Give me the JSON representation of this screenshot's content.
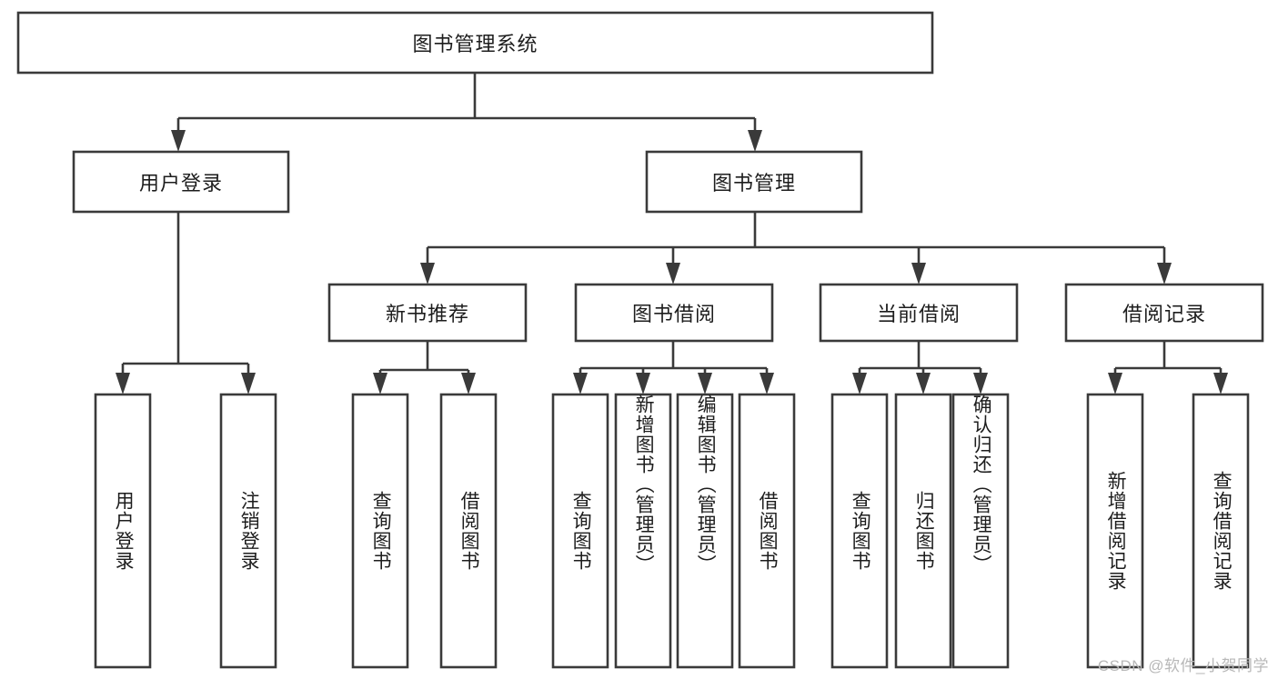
{
  "diagram": {
    "type": "tree-hierarchy",
    "title": "图书管理系统",
    "watermark": "CSDN @软件_小贺同学",
    "colors": {
      "background": "#ffffff",
      "box_stroke": "#3a3a3a",
      "box_fill": "#ffffff",
      "text": "#1d1d1d",
      "watermark": "#b8b8b8"
    },
    "levels": {
      "root": {
        "label": "图书管理系统",
        "orientation": "horizontal"
      },
      "level2": [
        {
          "id": "user-login",
          "label": "用户登录",
          "orientation": "horizontal"
        },
        {
          "id": "book-manage",
          "label": "图书管理",
          "orientation": "horizontal"
        }
      ],
      "level3": [
        {
          "id": "new-book-recommend",
          "label": "新书推荐",
          "orientation": "horizontal",
          "parent": "book-manage"
        },
        {
          "id": "book-borrow",
          "label": "图书借阅",
          "orientation": "horizontal",
          "parent": "book-manage"
        },
        {
          "id": "current-borrow",
          "label": "当前借阅",
          "orientation": "horizontal",
          "parent": "book-manage"
        },
        {
          "id": "borrow-record",
          "label": "借阅记录",
          "orientation": "horizontal",
          "parent": "book-manage"
        }
      ],
      "leaves": [
        {
          "id": "leaf-user-login",
          "label": "用户登录",
          "parent": "user-login",
          "orientation": "vertical"
        },
        {
          "id": "leaf-logout-login",
          "label": "注销登录",
          "parent": "user-login",
          "orientation": "vertical"
        },
        {
          "id": "leaf-query-book-1",
          "label": "查询图书",
          "parent": "new-book-recommend",
          "orientation": "vertical"
        },
        {
          "id": "leaf-borrow-book-1",
          "label": "借阅图书",
          "parent": "new-book-recommend",
          "orientation": "vertical"
        },
        {
          "id": "leaf-query-book-2",
          "label": "查询图书",
          "parent": "book-borrow",
          "orientation": "vertical"
        },
        {
          "id": "leaf-add-book-admin",
          "label": "新增图书（管理员）",
          "parent": "book-borrow",
          "orientation": "vertical"
        },
        {
          "id": "leaf-edit-book-admin",
          "label": "编辑图书（管理员）",
          "parent": "book-borrow",
          "orientation": "vertical"
        },
        {
          "id": "leaf-borrow-book-2",
          "label": "借阅图书",
          "parent": "book-borrow",
          "orientation": "vertical"
        },
        {
          "id": "leaf-query-book-3",
          "label": "查询图书",
          "parent": "current-borrow",
          "orientation": "vertical"
        },
        {
          "id": "leaf-return-book",
          "label": "归还图书",
          "parent": "current-borrow",
          "orientation": "vertical"
        },
        {
          "id": "leaf-confirm-return-admin",
          "label": "确认归还（管理员）",
          "parent": "current-borrow",
          "orientation": "vertical"
        },
        {
          "id": "leaf-add-borrow-record",
          "label": "新增借阅记录",
          "parent": "borrow-record",
          "orientation": "vertical"
        },
        {
          "id": "leaf-query-borrow-record",
          "label": "查询借阅记录",
          "parent": "borrow-record",
          "orientation": "vertical"
        }
      ]
    }
  }
}
